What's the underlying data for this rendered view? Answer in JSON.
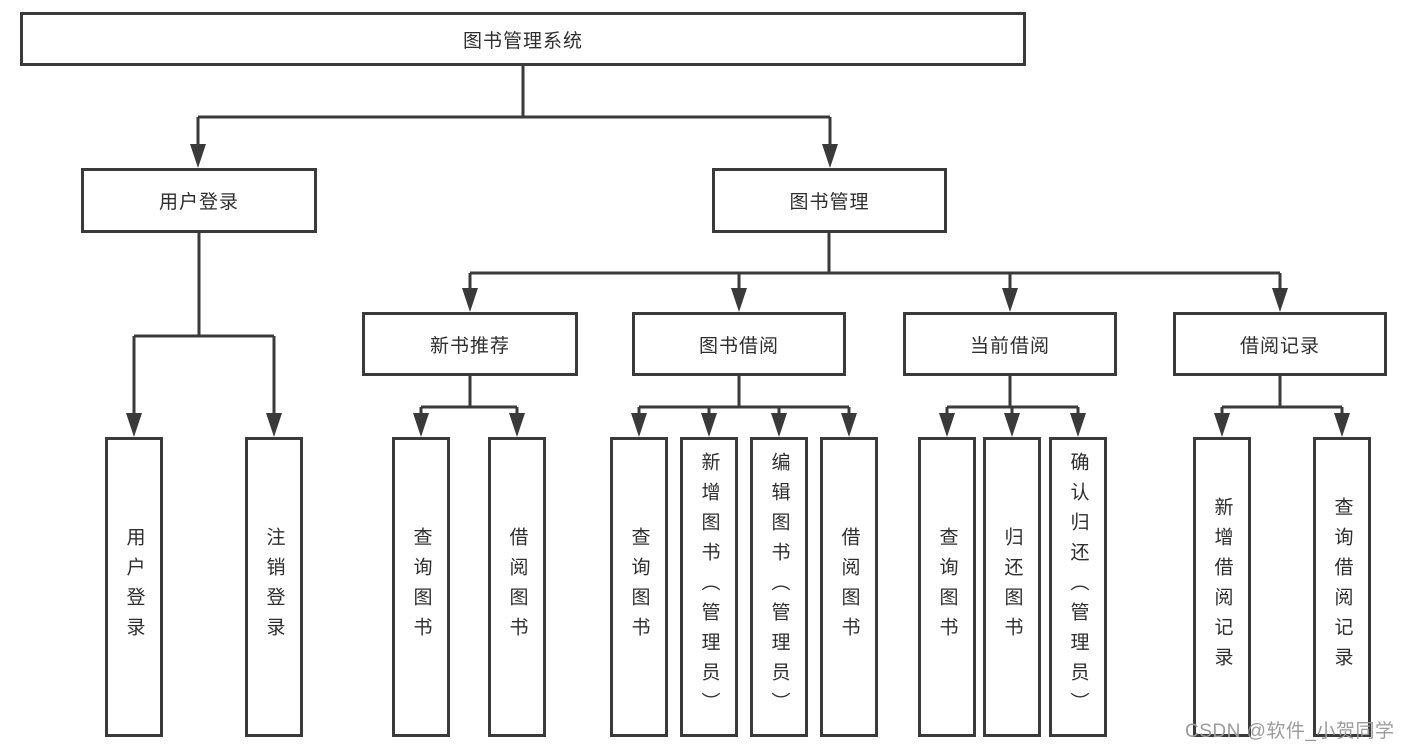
{
  "diagram": {
    "root": {
      "label": "图书管理系统"
    },
    "children": [
      {
        "label": "用户登录",
        "children": [
          {
            "label": "用户登录"
          },
          {
            "label": "注销登录"
          }
        ]
      },
      {
        "label": "图书管理",
        "children": [
          {
            "label": "新书推荐",
            "children": [
              {
                "label": "查询图书"
              },
              {
                "label": "借阅图书"
              }
            ]
          },
          {
            "label": "图书借阅",
            "children": [
              {
                "label": "查询图书"
              },
              {
                "label": "新增图书（管理员）"
              },
              {
                "label": "编辑图书（管理员）"
              },
              {
                "label": "借阅图书"
              }
            ]
          },
          {
            "label": "当前借阅",
            "children": [
              {
                "label": "查询图书"
              },
              {
                "label": "归还图书"
              },
              {
                "label": "确认归还（管理员）"
              }
            ]
          },
          {
            "label": "借阅记录",
            "children": [
              {
                "label": "新增借阅记录"
              },
              {
                "label": "查询借阅记录"
              }
            ]
          }
        ]
      }
    ]
  },
  "watermark": {
    "text": "CSDN @软件_小贺同学"
  },
  "colors": {
    "line": "#3a3a3a",
    "box_border": "#3a3a3a",
    "text": "#2e2e2e",
    "watermark": "#9b9b9b",
    "background": "#ffffff"
  }
}
